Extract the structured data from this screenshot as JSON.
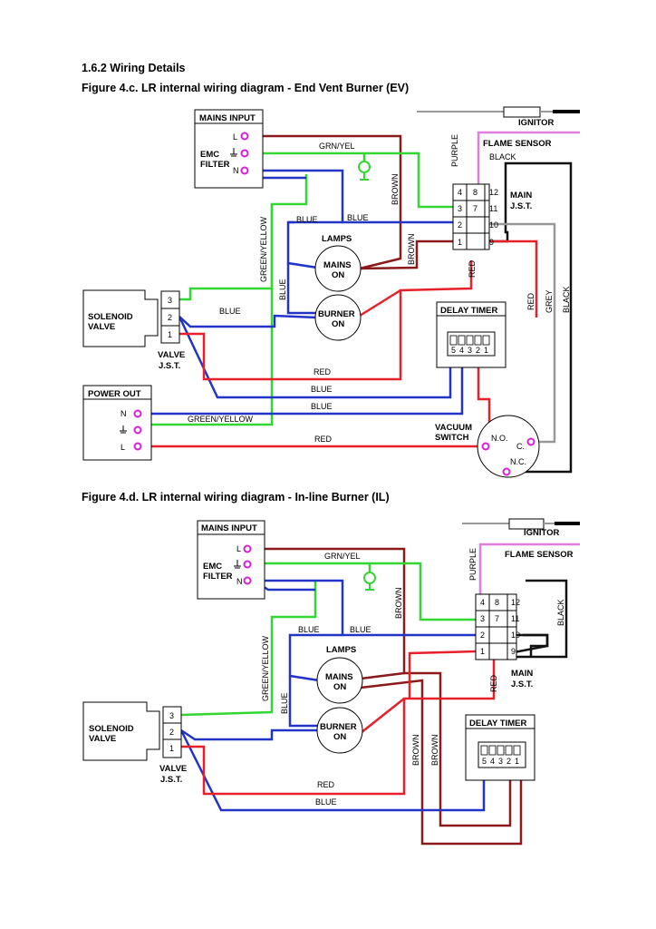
{
  "section_title": "1.6.2 Wiring Details",
  "fig_c": {
    "title": "Figure 4.c. LR internal wiring diagram - End Vent Burner (EV)",
    "mains_input": "MAINS INPUT",
    "emc": [
      "EMC",
      "FILTER"
    ],
    "terms": [
      "L",
      "N"
    ],
    "ignitor": "IGNITOR",
    "flame_sensor": "FLAME SENSOR",
    "purple": "PURPLE",
    "black": "BLACK",
    "grn_yel": "GRN/YEL",
    "brown": "BROWN",
    "blue": "BLUE",
    "red": "RED",
    "grey": "GREY",
    "green_yellow": "GREEN/YELLOW",
    "lamps": "LAMPS",
    "mains_on": [
      "MAINS",
      "ON"
    ],
    "burner_on": [
      "BURNER",
      "ON"
    ],
    "main_jst": [
      "MAIN",
      "J.S.T."
    ],
    "jst_pins": [
      "4",
      "8",
      "12",
      "3",
      "7",
      "11",
      "2",
      "10",
      "1",
      "9"
    ],
    "delay_timer": "DELAY TIMER",
    "timer_pins": [
      "5",
      "4",
      "3",
      "2",
      "1"
    ],
    "solenoid": [
      "SOLENOID",
      "VALVE"
    ],
    "valve_pins": [
      "3",
      "2",
      "1"
    ],
    "valve_jst": [
      "VALVE",
      "J.S.T."
    ],
    "power_out": "POWER OUT",
    "vacuum_switch": [
      "VACUUM",
      "SWITCH"
    ],
    "vac_terms": [
      "N.O.",
      "C.",
      "N.C."
    ]
  },
  "fig_d": {
    "title": "Figure 4.d. LR internal wiring diagram - In-line Burner (IL)",
    "mains_input": "MAINS INPUT",
    "emc": [
      "EMC",
      "FILTER"
    ],
    "terms": [
      "L",
      "N"
    ],
    "ignitor": "IGNITOR",
    "flame_sensor": "FLAME SENSOR",
    "purple": "PURPLE",
    "black": "BLACK",
    "grn_yel": "GRN/YEL",
    "brown": "BROWN",
    "blue": "BLUE",
    "red": "RED",
    "green_yellow": "GREEN/YELLOW",
    "lamps": "LAMPS",
    "mains_on": [
      "MAINS",
      "ON"
    ],
    "burner_on": [
      "BURNER",
      "ON"
    ],
    "main_jst": [
      "MAIN",
      "J.S.T."
    ],
    "jst_pins": [
      "4",
      "8",
      "12",
      "3",
      "7",
      "11",
      "2",
      "10",
      "1",
      "9"
    ],
    "delay_timer": "DELAY TIMER",
    "timer_pins": [
      "5",
      "4",
      "3",
      "2",
      "1"
    ],
    "solenoid": [
      "SOLENOID",
      "VALVE"
    ],
    "valve_pins": [
      "3",
      "2",
      "1"
    ],
    "valve_jst": [
      "VALVE",
      "J.S.T."
    ]
  },
  "wire_colors": {
    "brown": "#8b1a1a",
    "red": "#e8202a",
    "blue": "#2233c8",
    "green": "#33d633",
    "purple": "#e07ee0",
    "black": "#111111",
    "grey": "#999999",
    "terminal": "#d61fd6"
  }
}
